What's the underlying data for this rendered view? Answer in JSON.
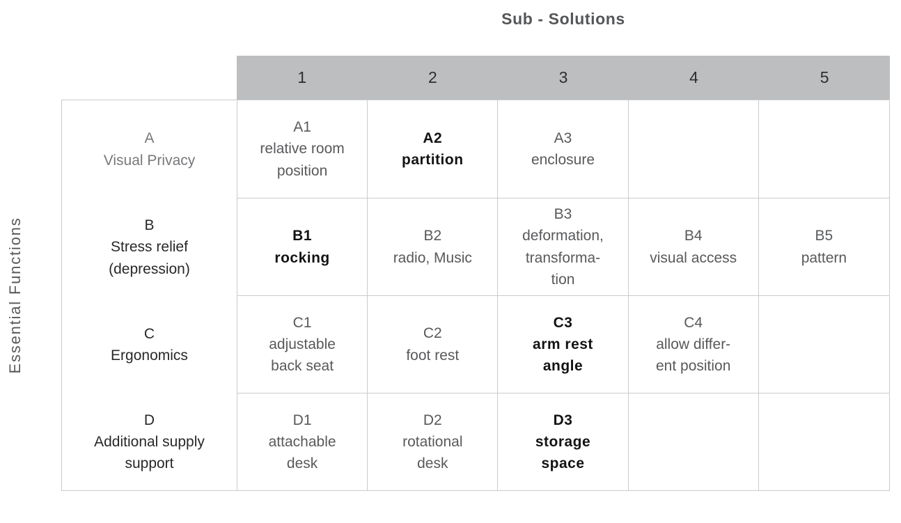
{
  "title": "Sub - Solutions",
  "y_axis_label": "Essential Functions",
  "colors": {
    "header_band": "#bcbec0",
    "grid_border": "#c9cbcd",
    "cell_text": "#58595b",
    "bold_cell_text": "#131313",
    "row_header_a": "#77787b",
    "row_header_dark": "#28282a",
    "column_number": "#2e2e30",
    "title_text": "#545658"
  },
  "columns": [
    "1",
    "2",
    "3",
    "4",
    "5"
  ],
  "rows": [
    {
      "header": "A\nVisual Privacy",
      "cells": [
        {
          "text": "A1\nrelative room\nposition",
          "bold": false
        },
        {
          "text": "A2\npartition",
          "bold": true
        },
        {
          "text": "A3\nenclosure",
          "bold": false
        },
        {
          "text": "",
          "bold": false
        },
        {
          "text": "",
          "bold": false
        }
      ]
    },
    {
      "header": "B\nStress relief\n(depression)",
      "cells": [
        {
          "text": "B1\nrocking",
          "bold": true
        },
        {
          "text": "B2\nradio, Music",
          "bold": false
        },
        {
          "text": "B3\ndeformation,\ntransforma-\ntion",
          "bold": false
        },
        {
          "text": "B4\nvisual access",
          "bold": false
        },
        {
          "text": "B5\npattern",
          "bold": false
        }
      ]
    },
    {
      "header": "C\nErgonomics",
      "cells": [
        {
          "text": "C1\nadjustable\nback seat",
          "bold": false
        },
        {
          "text": "C2\nfoot rest",
          "bold": false
        },
        {
          "text": "C3\narm rest\nangle",
          "bold": true
        },
        {
          "text": "C4\nallow differ-\nent position",
          "bold": false
        },
        {
          "text": "",
          "bold": false
        }
      ]
    },
    {
      "header": "D\nAdditional supply\nsupport",
      "cells": [
        {
          "text": "D1\nattachable\ndesk",
          "bold": false
        },
        {
          "text": "D2\nrotational\ndesk",
          "bold": false
        },
        {
          "text": "D3\nstorage\nspace",
          "bold": true
        },
        {
          "text": "",
          "bold": false
        },
        {
          "text": "",
          "bold": false
        }
      ]
    }
  ]
}
